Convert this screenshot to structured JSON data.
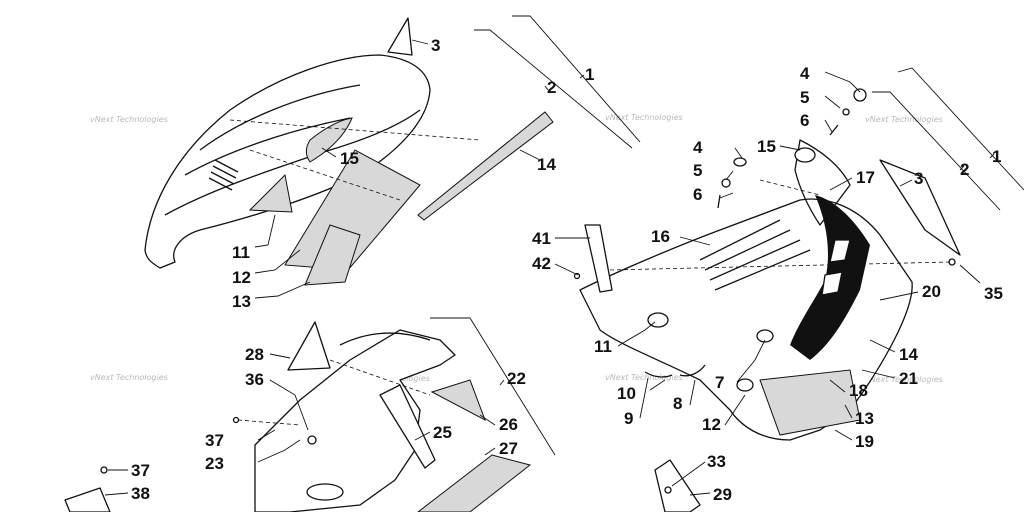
{
  "diagram": {
    "watermark": "vNext Technologies",
    "callouts": {
      "c3a": "3",
      "c1a": "1",
      "c2a": "2",
      "c14a": "14",
      "c15a": "15",
      "c11a": "11",
      "c12a": "12",
      "c13a": "13",
      "c4b": "4",
      "c5b": "5",
      "c6b": "6",
      "c1b": "1",
      "c2b": "2",
      "c3b": "3",
      "c4c": "4",
      "c5c": "5",
      "c6c": "6",
      "c15b": "15",
      "c17b": "17",
      "c16b": "16",
      "c41": "41",
      "c42": "42",
      "c35": "35",
      "c20": "20",
      "c11b": "11",
      "c7": "7",
      "c14b": "14",
      "c21": "21",
      "c10": "10",
      "c18": "18",
      "c9": "9",
      "c8": "8",
      "c12b": "12",
      "c13b": "13",
      "c19": "19",
      "c28": "28",
      "c36": "36",
      "c22": "22",
      "c26": "26",
      "c37a": "37",
      "c25": "25",
      "c23": "23",
      "c27": "27",
      "c37b": "37",
      "c38": "38",
      "c33": "33",
      "c29": "29"
    }
  }
}
